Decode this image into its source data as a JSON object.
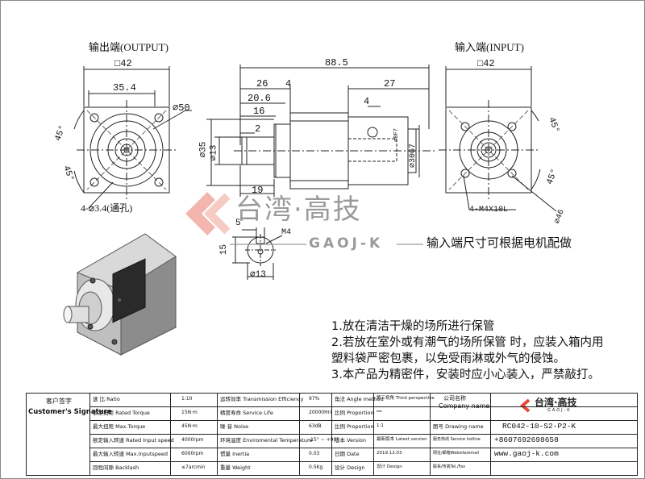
{
  "views": {
    "output_title": "输出端(OUTPUT)",
    "input_title": "输入端(INPUT)",
    "output_dims": {
      "square": "□42",
      "d35_4": "35.4",
      "dia50": "⌀50",
      "angle_left": "45°",
      "angle_bottom": "45°",
      "holes": "4-⌀3.4(通孔)"
    },
    "side_dims": {
      "total": "88.5",
      "d26": "26",
      "d4a": "4",
      "d20_6": "20.6",
      "d16": "16",
      "d2": "2",
      "dia35": "⌀35",
      "dia13": "⌀13",
      "d19": "19",
      "d27": "27",
      "d4b": "4",
      "dia30": "⌀30G7",
      "dia8": "⌀8F7"
    },
    "input_dims": {
      "square": "□42",
      "angle": "45°",
      "threads": "4-M4X10L",
      "dia46": "⌀46"
    },
    "shaft_dims": {
      "d5": "5",
      "m4": "M4",
      "d15": "15",
      "dia13": "⌀13"
    }
  },
  "watermark": {
    "brand_cn": "台湾·高技",
    "brand_en": "GAOJ-K"
  },
  "input_note": "输入端尺寸可根据电机配做",
  "notes": [
    "1.放在清洁干燥的场所进行保管",
    "2.若放在室外或有潮气的场所保管 时，应装入箱内用",
    "塑料袋严密包裹，以免受雨淋或外气的侵蚀。",
    "3.本产品为精密件，安装时应小心装入，严禁敲打。"
  ],
  "title_block": {
    "sig_cn": "客户签字",
    "sig_en": "Customer's Signature",
    "rows": [
      [
        "速 比 Ratio",
        "1:10",
        "运转效率 Transmission Efficiency",
        "97%",
        "角法 Angle method",
        "第三视角 Third perspective"
      ],
      [
        "额定扭矩  Rated Torque",
        "15N·m",
        "精度寿命 Service Life",
        "20000Hrs",
        "比例 Proportion",
        "══"
      ],
      [
        "最大扭矩 Max.Torque",
        "45N·m",
        "噪 音 Noise",
        "63dB",
        "比例 Proportion",
        "1:1"
      ],
      [
        "额定输入转速  Rated Input speed",
        "4000rpm",
        "环境温度 Enviromental Temperature",
        "-15° ~ +90°",
        "版本 Version",
        "最新版本 Latest version"
      ],
      [
        "最大输入转速 Max.Inputspeed",
        "6000rpm",
        "惯量 Inertia",
        "0.03",
        "日期 Date",
        "2019.12.03"
      ],
      [
        "回程间隙 Backlash",
        "≤7arcmin",
        "重量 Weight",
        "0.5Kg",
        "设计 Design",
        "设计 Design"
      ]
    ],
    "company_cn": "公司名称",
    "company_en": "Company name",
    "company_logo_cn": "台湾·高技",
    "company_logo_en": "GAOJ-K",
    "drawing_label": "图号 Drawing name",
    "drawing_name": "RC042-10-S2-P2-K",
    "hotline_label": "服务热线 Service hotline",
    "hotline": "+8607692698658",
    "web_label": "网址/邮箱Website/email",
    "web": "www.gaoj-k.com",
    "tel_label": "联系/传真Tel./Fax"
  },
  "colors": {
    "brand_red": "#e8493a",
    "watermark_gray": "#9a9a9a"
  }
}
